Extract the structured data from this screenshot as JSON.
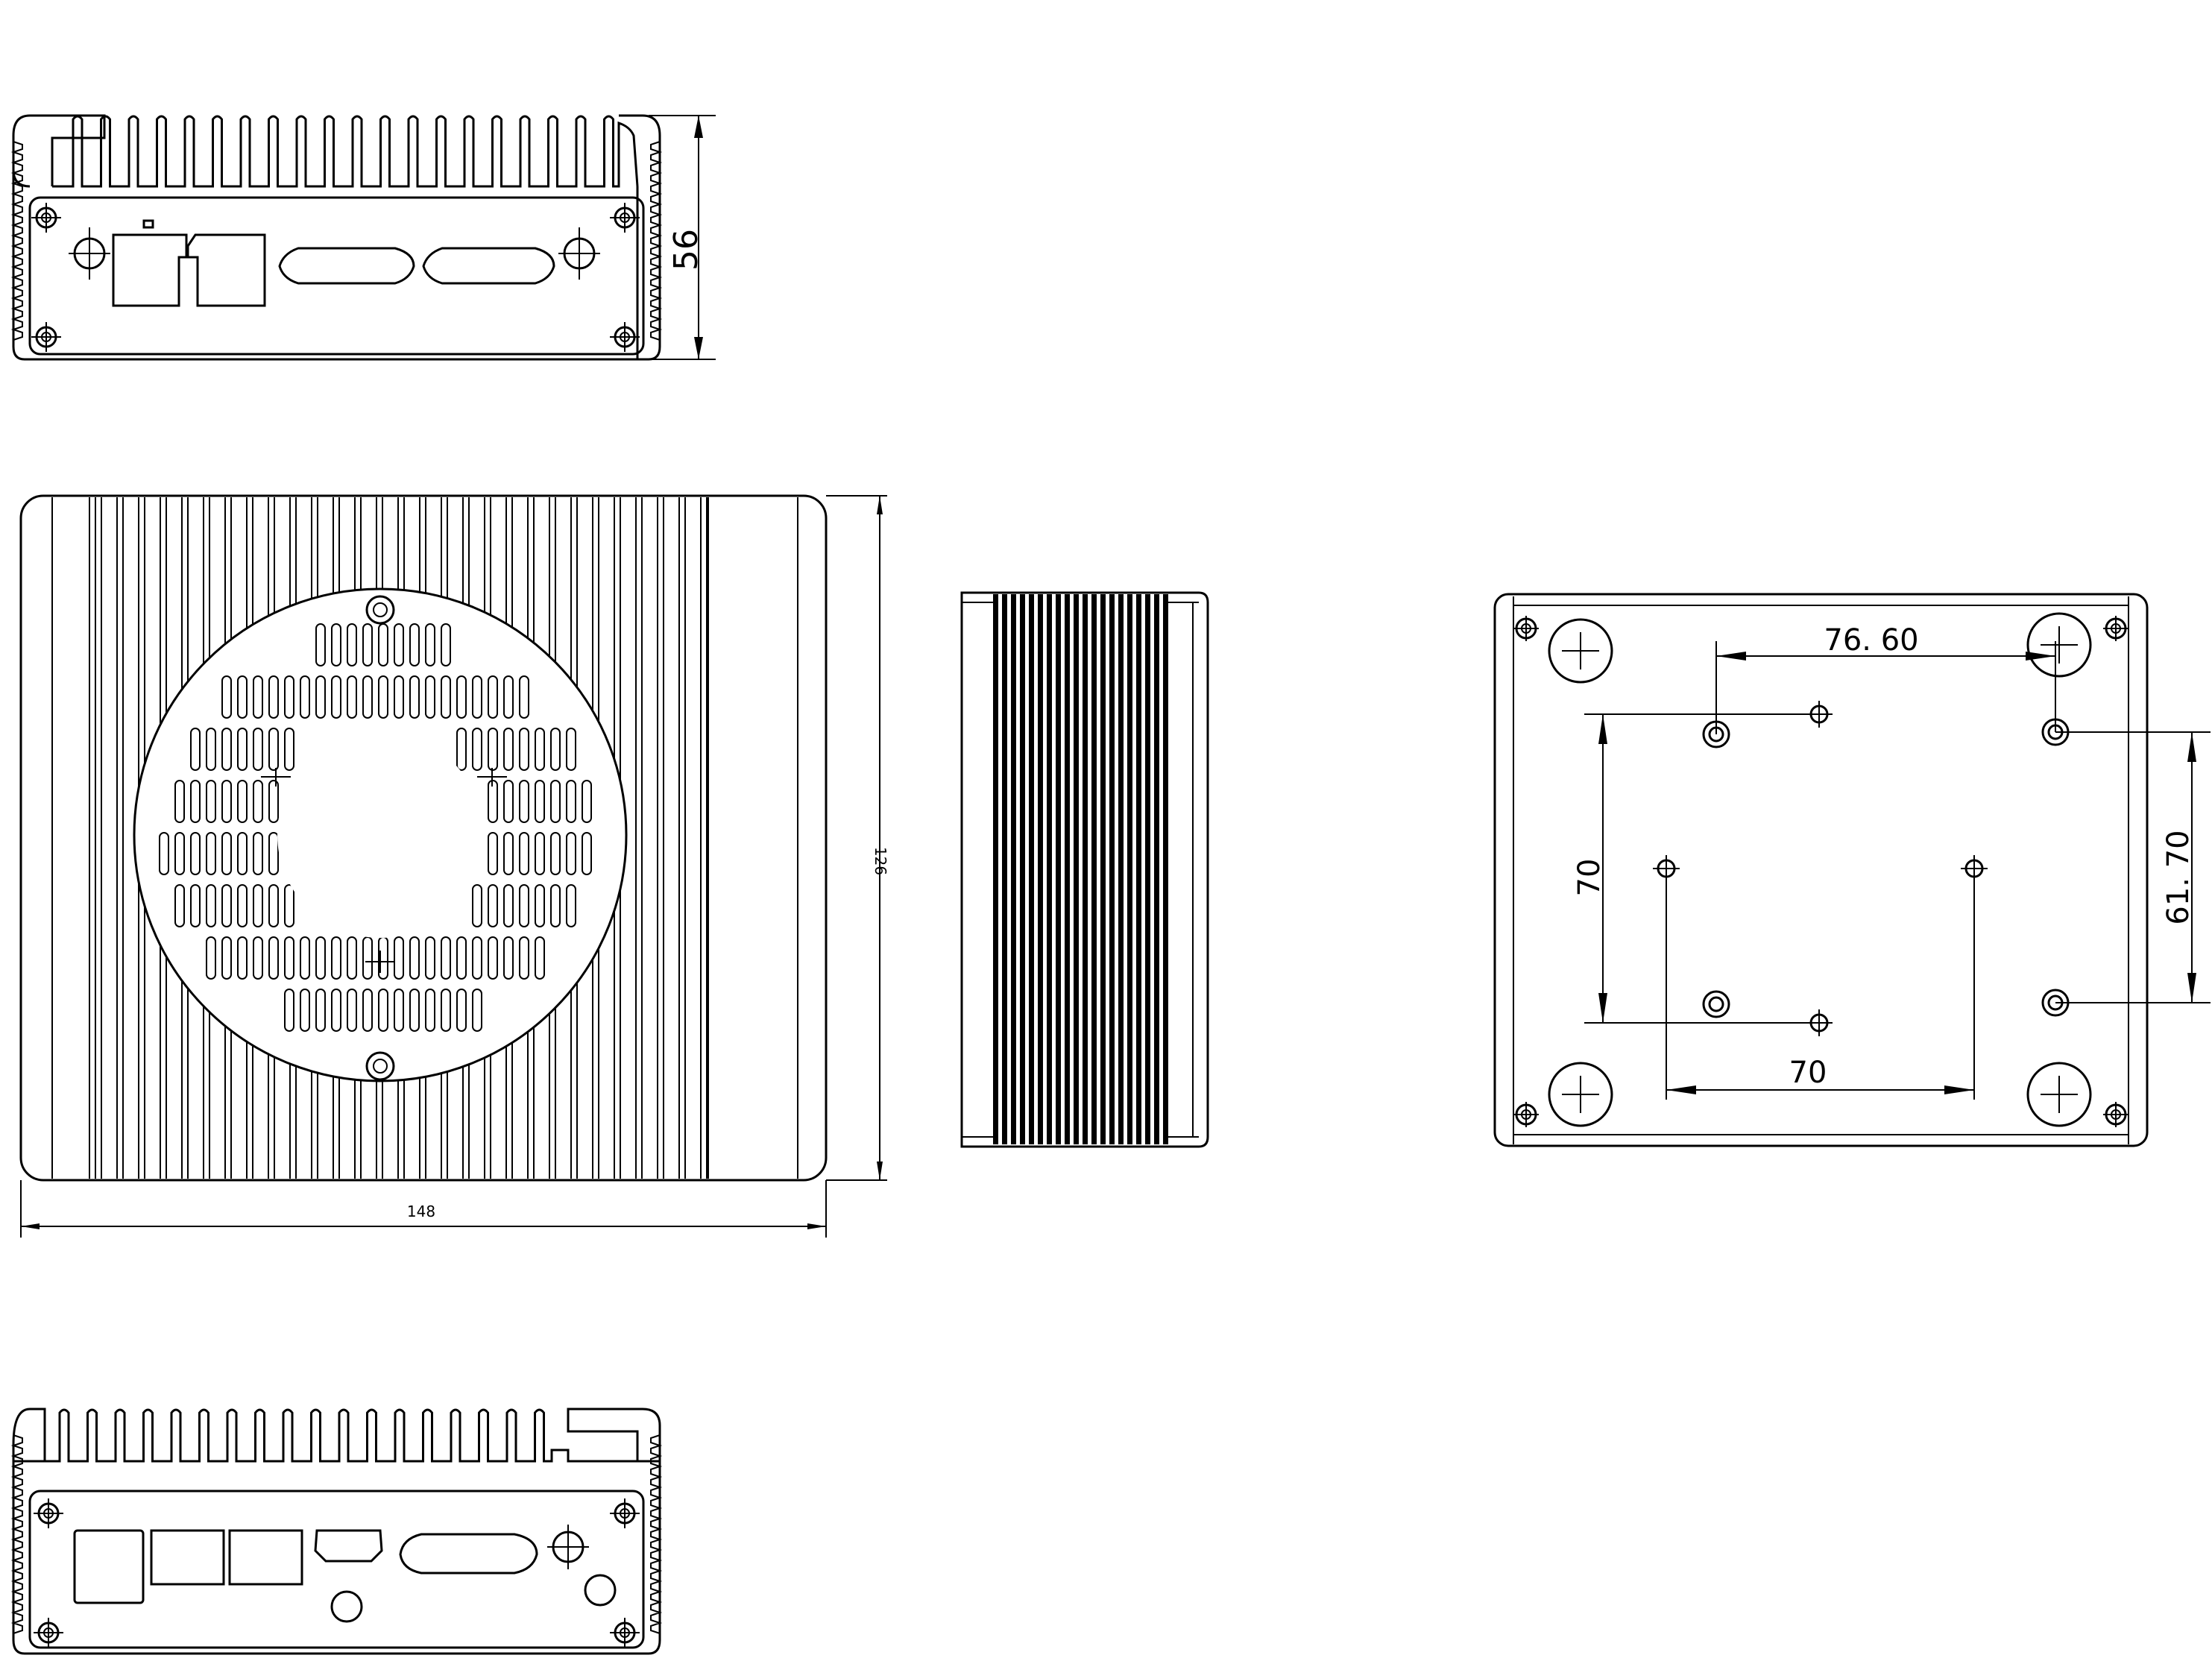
{
  "colors": {
    "line": "#000000",
    "background": "#ffffff"
  },
  "dimensions": {
    "front_height": "56",
    "top_depth": "126",
    "top_width": "148",
    "bottom_horizontal_top": "76. 60",
    "bottom_vertical_left": "70",
    "bottom_horizontal_bottom": "70",
    "bottom_vertical_right": "61. 70"
  }
}
